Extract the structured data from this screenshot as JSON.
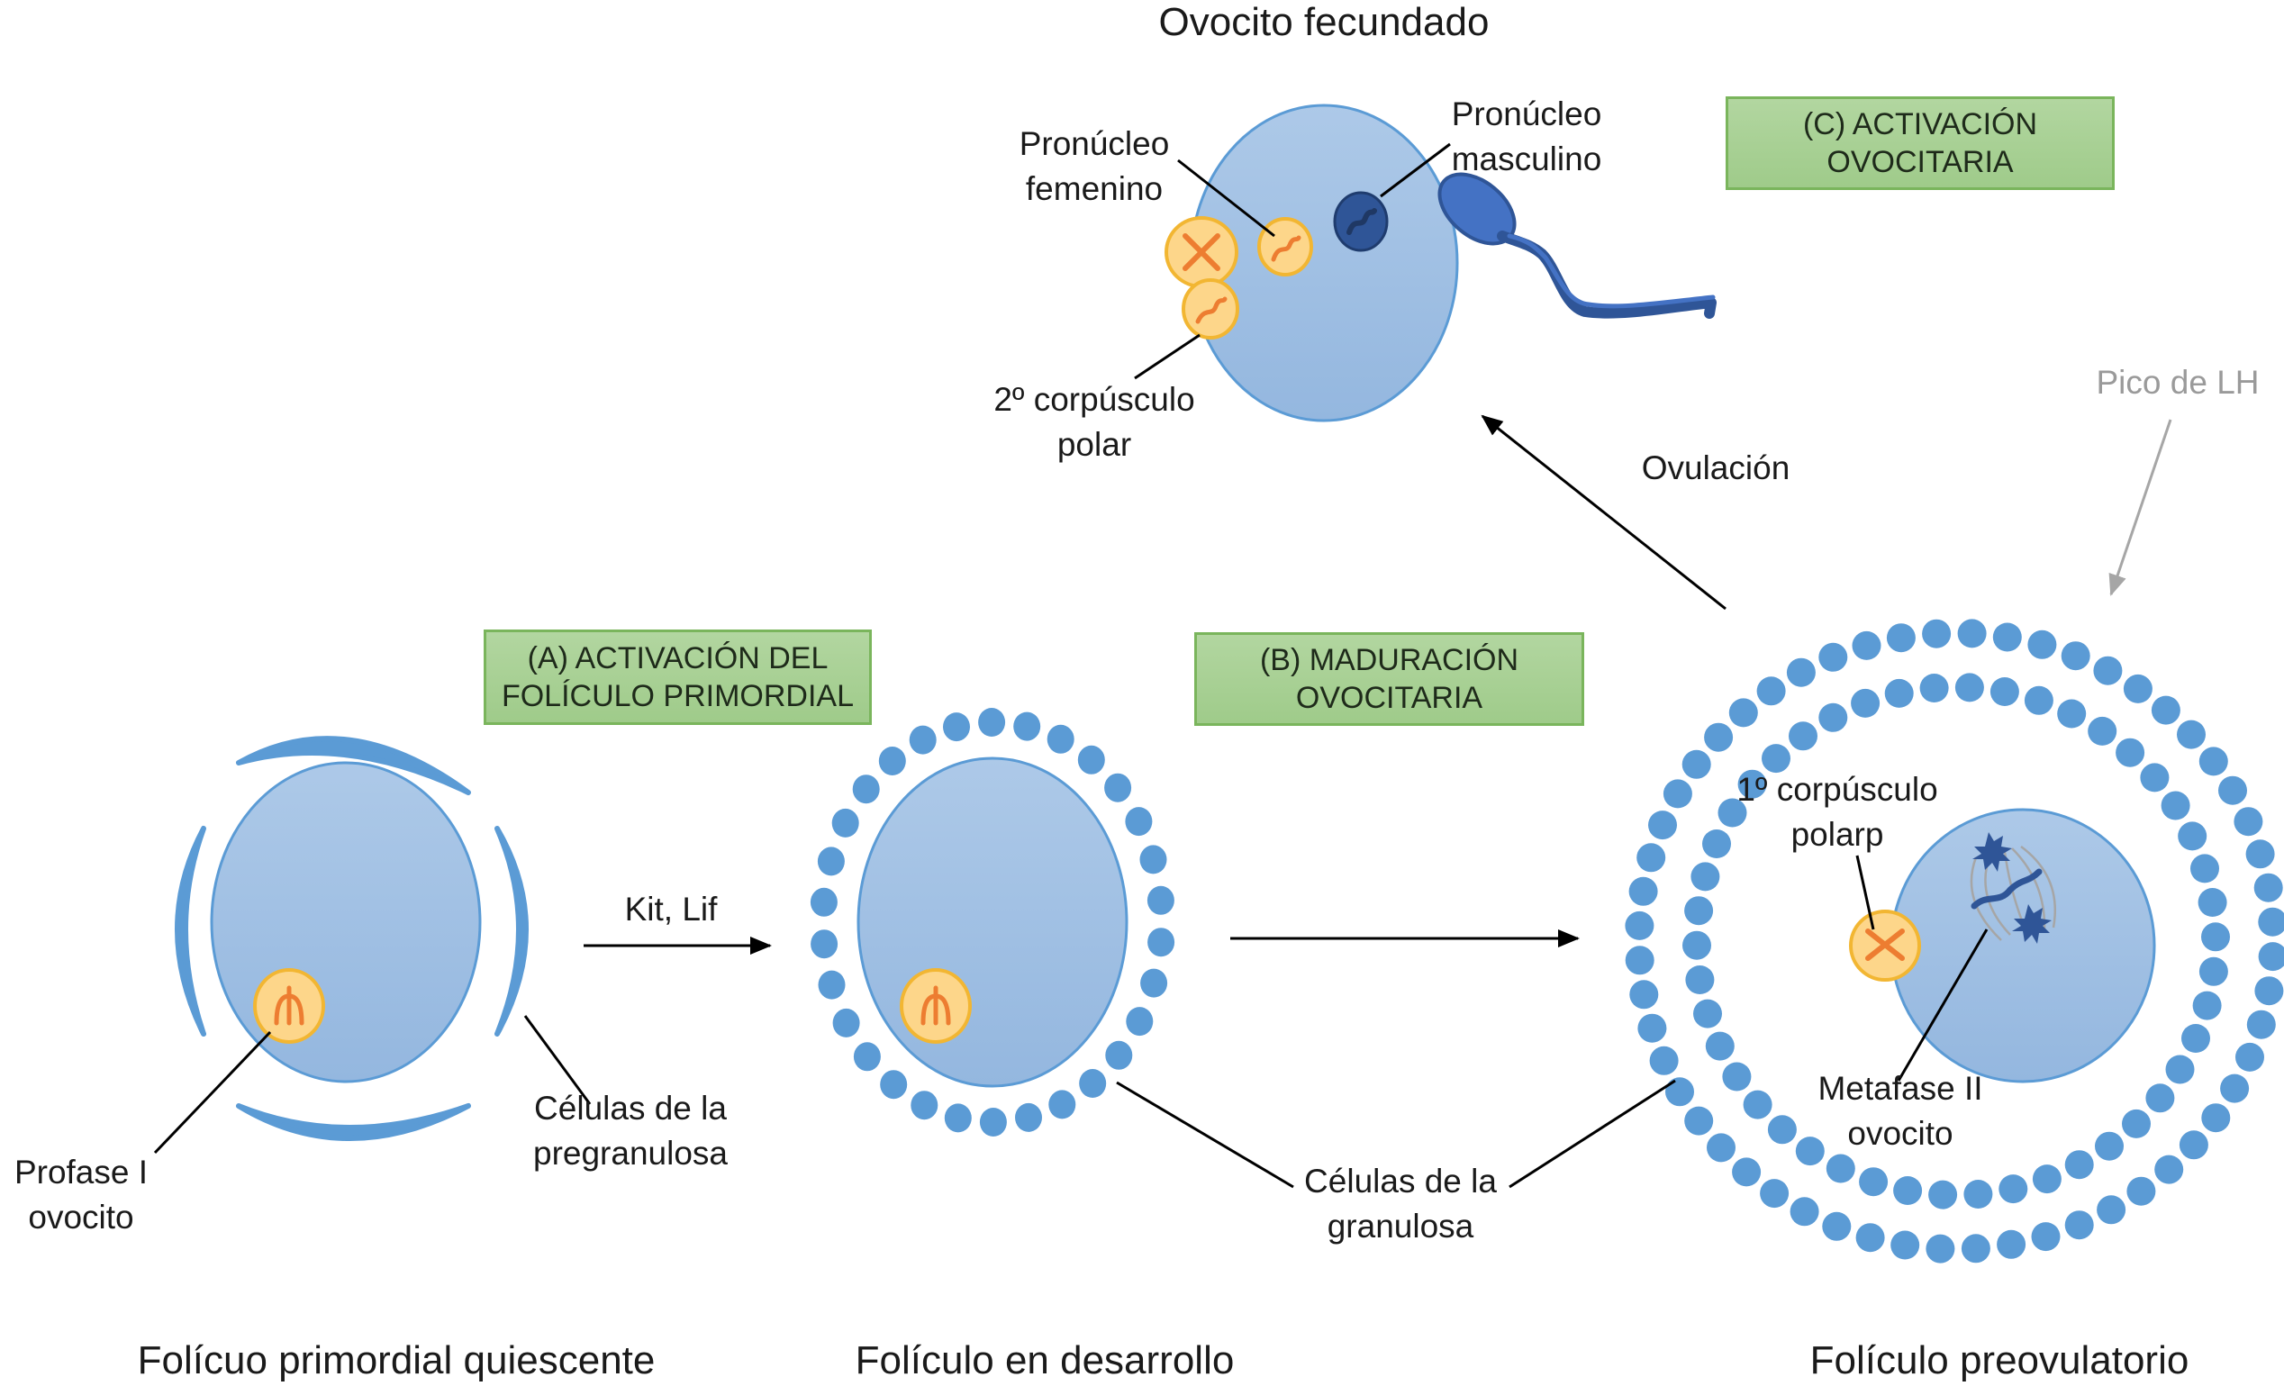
{
  "title_top": "Ovocito  fecundado",
  "stages": {
    "a": {
      "label_line1": "(A) ACTIVACIÓN DEL",
      "label_line2": "FOLÍCULO PRIMORDIAL"
    },
    "b": {
      "label_line1": "(B) MADURACIÓN",
      "label_line2": "OVOCITARIA"
    },
    "c": {
      "label_line1": "(C) ACTIVACIÓN",
      "label_line2": "OVOCITARIA"
    }
  },
  "fertilized_oocyte": {
    "female_pronucleus": [
      "Pronúcleo",
      "femenino"
    ],
    "male_pronucleus": [
      "Pronúcleo",
      "masculino"
    ],
    "second_polar_body": [
      "2º corpúsculo",
      "polar"
    ]
  },
  "arrows": {
    "kit_lif": "Kit, Lif",
    "ovulation": "Ovulación",
    "lh_peak": "Pico de LH"
  },
  "primordial": {
    "oocyte_label": [
      "Profase  I",
      "ovocito"
    ],
    "cells_label": [
      "Células de la",
      "pregranulosa"
    ],
    "caption": "Folícuo primordial quiescente"
  },
  "developing": {
    "caption": "Folículo en desarrollo"
  },
  "granulosa_label": [
    "Células de la",
    "granulosa"
  ],
  "preovulatory": {
    "polar_body_label": [
      "1º corpúsculo",
      "polarp"
    ],
    "metaphase_label": [
      "Metafase  II",
      "ovocito"
    ],
    "caption": "Folículo preovulatorio"
  },
  "colors": {
    "oocyte_fill": "#9dbde2",
    "oocyte_stroke": "#5b9bd5",
    "granulosa": "#5b9bd5",
    "nucleus_fill": "#fdd68a",
    "nucleus_stroke": "#f2b632",
    "chromosome": "#ed7d31",
    "sperm": "#2f5597",
    "box_fill": "#a9d18e",
    "box_stroke": "#70ad47",
    "lh_arrow": "#a6a6a6"
  }
}
